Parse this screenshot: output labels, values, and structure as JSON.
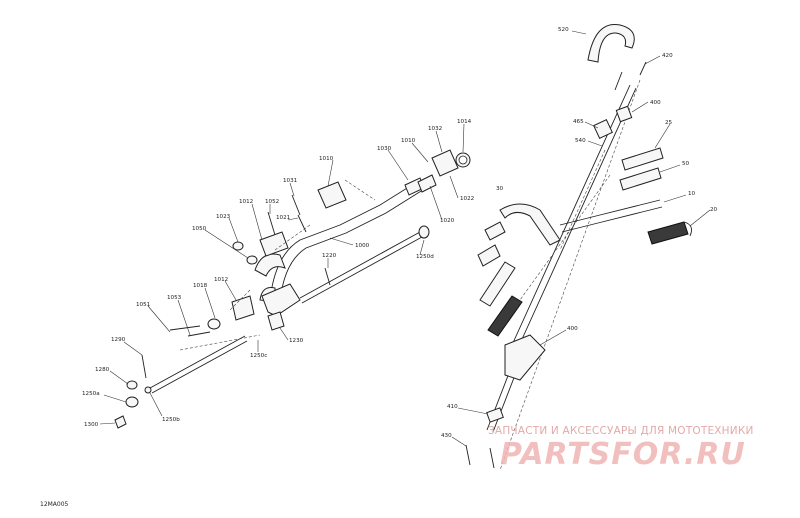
{
  "diagram": {
    "reference_code": "12MA005",
    "watermark": {
      "tagline": "ЗАПЧАСТИ И АКСЕССУАРЫ ДЛЯ МОТОТЕХНИКИ",
      "logo": "PARTSFOR.RU"
    },
    "callouts": [
      "520",
      "420",
      "400",
      "465",
      "540",
      "25",
      "50",
      "30",
      "10",
      "20",
      "400",
      "410",
      "430",
      "1014",
      "1032",
      "1010",
      "1030",
      "1022",
      "1020",
      "1010",
      "1031",
      "1021",
      "1052",
      "1012",
      "1023",
      "1050",
      "1000",
      "1250d",
      "1220",
      "1012",
      "1018",
      "1053",
      "1051",
      "1230",
      "1250c",
      "1290",
      "1280",
      "1250a",
      "1250b",
      "1300"
    ]
  }
}
